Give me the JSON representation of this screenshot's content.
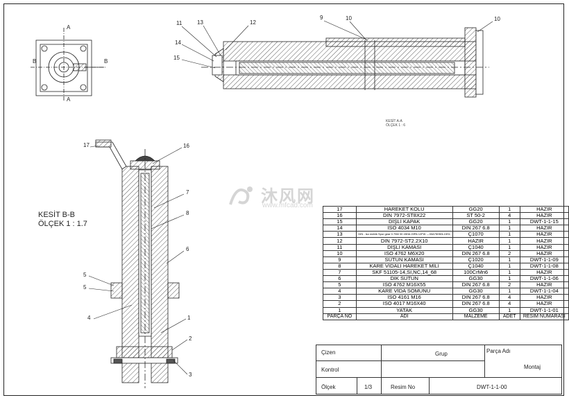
{
  "section": {
    "title": "KESİT B-B",
    "scale": "ÖLÇEK 1 : 1.7"
  },
  "small_section": {
    "title": "KESİT A-A",
    "scale": "ÖLÇEK 1 : 6"
  },
  "section_markers": {
    "a": "A",
    "b": "B"
  },
  "callouts": {
    "top": [
      "11",
      "13",
      "12",
      "14",
      "15",
      "9",
      "10",
      "10"
    ],
    "left": [
      "17",
      "16",
      "7",
      "8",
      "6",
      "5",
      "5",
      "4",
      "1",
      "2",
      "3"
    ]
  },
  "watermark": {
    "main": "沐风网",
    "url": "www.mfcad.com"
  },
  "bom": {
    "header": [
      "PARÇA NO",
      "ADI",
      "MALZEME",
      "ADET",
      "RESİM NUMARASI"
    ],
    "rows": [
      [
        "17",
        "HAREKET KOLU",
        "GG20",
        "1",
        "HAZIR"
      ],
      [
        "16",
        "DIN 7972-ST8X22",
        "ST 50-2",
        "4",
        "HAZIR"
      ],
      [
        "15",
        "DİŞLİ KAPAK",
        "GG20",
        "1",
        "DWT-1-1-15"
      ],
      [
        "14",
        "ISO 4034 M10",
        "DIN 267 6.8",
        "1",
        "HAZIR"
      ],
      [
        "13",
        "DIN - iso metrik Spur gear 0.75M 30 45HA 20PA 12FW ---30A75H50L15S1",
        "Ç1070",
        "1",
        "HAZIR"
      ],
      [
        "12",
        "DIN 7972-ST2.2X10",
        "HAZIR",
        "1",
        "HAZIR"
      ],
      [
        "11",
        "DİŞLİ KAMASI",
        "Ç1040",
        "1",
        "HAZIR"
      ],
      [
        "10",
        "ISO 4762 M6X20",
        "DIN 267 6.8",
        "2",
        "HAZIR"
      ],
      [
        "9",
        "SÜTUN KAMASI",
        "Ç1020",
        "1",
        "DWT-1-1-09"
      ],
      [
        "8",
        "KARE VİDALI HAREKET MİLİ",
        "Ç1040",
        "1",
        "DWT-1-1-08"
      ],
      [
        "7",
        "SKF 51105-14,SI,NC,14_68",
        "100CrMn6",
        "1",
        "HAZIR"
      ],
      [
        "6",
        "DİK SÜTUN",
        "GG30",
        "1",
        "DWT-1-1-06"
      ],
      [
        "5",
        "ISO 4762 M16X55",
        "DIN 267 6.8",
        "2",
        "HAZIR"
      ],
      [
        "4",
        "KARE VİDA SOMUNU",
        "GG30",
        "1",
        "DWT-1-1-04"
      ],
      [
        "3",
        "ISO 4161 M16",
        "DIN 267 6.8",
        "4",
        "HAZIR"
      ],
      [
        "2",
        "ISO 4017 M16X40",
        "DIN 267 6.8",
        "4",
        "HAZIR"
      ],
      [
        "1",
        "YATAK",
        "GG30",
        "1",
        "DWT-1-1-01"
      ]
    ]
  },
  "titleblock": {
    "cizen": "Çizen",
    "grup": "Grup",
    "parca_adi": "Parça Adı",
    "kontrol": "Kontrol",
    "montaj": "Montaj",
    "olcek": "Ölçek",
    "olcek_val": "1/3",
    "resim_no": "Resim No",
    "drawing_no": "DWT-1-1-00"
  }
}
